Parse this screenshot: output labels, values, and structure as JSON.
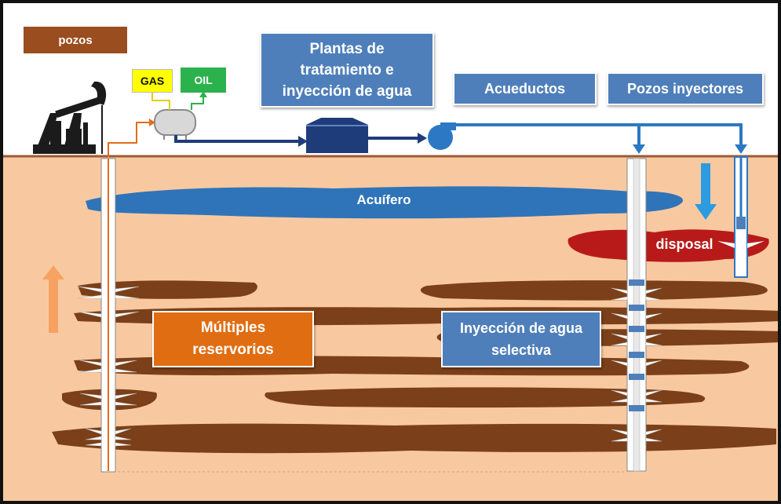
{
  "labels": {
    "pozos": "pozos",
    "gas": "GAS",
    "oil": "OIL",
    "plantas_line1": "Plantas de",
    "plantas_line2": "tratamiento e",
    "plantas_line3": "inyección de agua",
    "acueductos": "Acueductos",
    "pozos_inyectores": "Pozos inyectores",
    "acuifero": "Acuífero",
    "disposal": "disposal",
    "multiples_line1": "Múltiples",
    "multiples_line2": "reservorios",
    "inyeccion_line1": "Inyección de agua",
    "inyeccion_line2": "selectiva"
  },
  "colors": {
    "ground": "#f8c9a0",
    "surface_line": "#9b5a36",
    "reservoir": "#7b4019",
    "aquifer": "#2f74b9",
    "disposal": "#b81a1a",
    "pipe_dark": "#1f3c7a",
    "pipe_light": "#2c78c4",
    "producer_line": "#e46c1a",
    "gas_bg": "#ffff00",
    "oil_bg": "#2bb24c",
    "label_blue": "#4f7fba",
    "label_orange": "#e06d12",
    "pozos_bg": "#9a4d1e"
  }
}
